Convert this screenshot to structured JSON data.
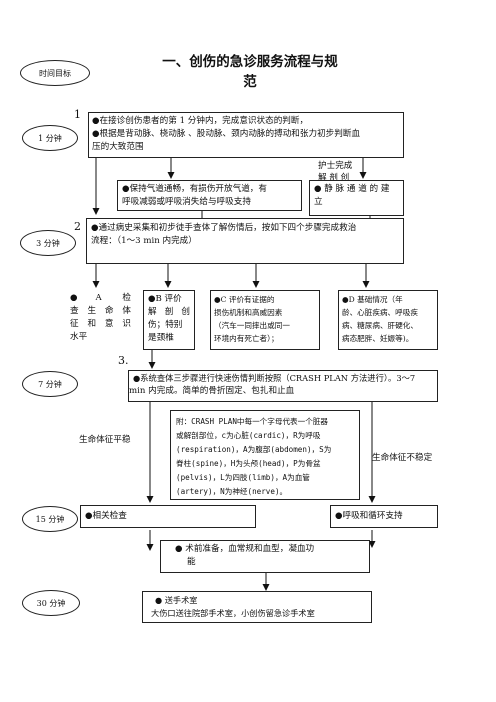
{
  "title": {
    "line1": "一、创伤的急诊服务流程与规",
    "line2": "范"
  },
  "ovals": {
    "time_target": "时间目标",
    "m1": "1 分钟",
    "m3": "3 分钟",
    "m7": "7 分钟",
    "m15": "15 分钟",
    "m30": "30 分钟"
  },
  "step_numbers": {
    "s1": "1",
    "s2": "2",
    "s3": "3."
  },
  "box1": {
    "line1": "●在接诊创伤患者的第 1 分钟内，完成意识状态的判断，",
    "line2": "●根据是背动脉、桡动脉 、股动脉、颈内动脉的搏动和张力初步判断血",
    "line3": "压的大致范围"
  },
  "nurse_note": {
    "line1": "护士完成",
    "line2": "解 剖 创"
  },
  "box_airway": {
    "line1": "●保持气道通畅，有损伤开放气道，有",
    "line2": "呼吸减弱或呼吸消失给与呼吸支持"
  },
  "box_iv": {
    "line1": "● 静 脉 通 道 的 建",
    "line2": "立"
  },
  "box2": {
    "line1": "●通过病史采集和初步徒手查体了解伤情后，按如下四个步骤完成救治",
    "line2": "流程：（1～3 min 内完成）"
  },
  "box_a": {
    "line1": "●A  检",
    "line2": "查 生 命 体",
    "line3": "征 和 意 识",
    "line4": "水平"
  },
  "box_b": {
    "line1": "●B 评价",
    "line2": "解 剖 创",
    "line3": "伤；特别",
    "line4": "是颈椎"
  },
  "box_c": {
    "line1": "●C  评价有证据的",
    "line2": "损伤机制和高威因素",
    "line3": "（汽车一同摔出或同一",
    "line4": "环境内有死亡者）；"
  },
  "box_d": {
    "line1": "●D  基础情况（年",
    "line2": "龄、心脏疾病、呼吸疾",
    "line3": "病、糖尿病、肝硬化、",
    "line4": "病态肥胖、妊娠等)。"
  },
  "box3": {
    "line1": "●系统查体三步骤进行快速伤情判断按照（CRASH PLAN 方法进行）。3～7",
    "line2": "min 内完成。简单的骨折固定、包扎和止血"
  },
  "appendix": {
    "line1": "附：CRASH PLAN中每一个字母代表一个脏器",
    "line2": "或解剖部位，c为心脏(cardic)，R为呼吸",
    "line3": "(respiration)，A为腹部(abdomen)，S为",
    "line4": "脊柱(spine)，H为头颅(head)，P为骨盆",
    "line5": "(pelvis)，L为四肢(limb)，A为血管",
    "line6": "(artery)，N为神经(nerve)。"
  },
  "labels": {
    "stable": "生命体征平稳",
    "unstable": "生命体征不稳定"
  },
  "box_exam": "●相关检查",
  "box_support": "●呼吸和循环支持",
  "box_preop": {
    "line1": "●  术前准备，血常规和血型，凝血功",
    "line2": "能"
  },
  "box_or": {
    "line1": "●  送手术室",
    "line2": "大伤口送往院部手术室，小创伤留急诊手术室"
  }
}
